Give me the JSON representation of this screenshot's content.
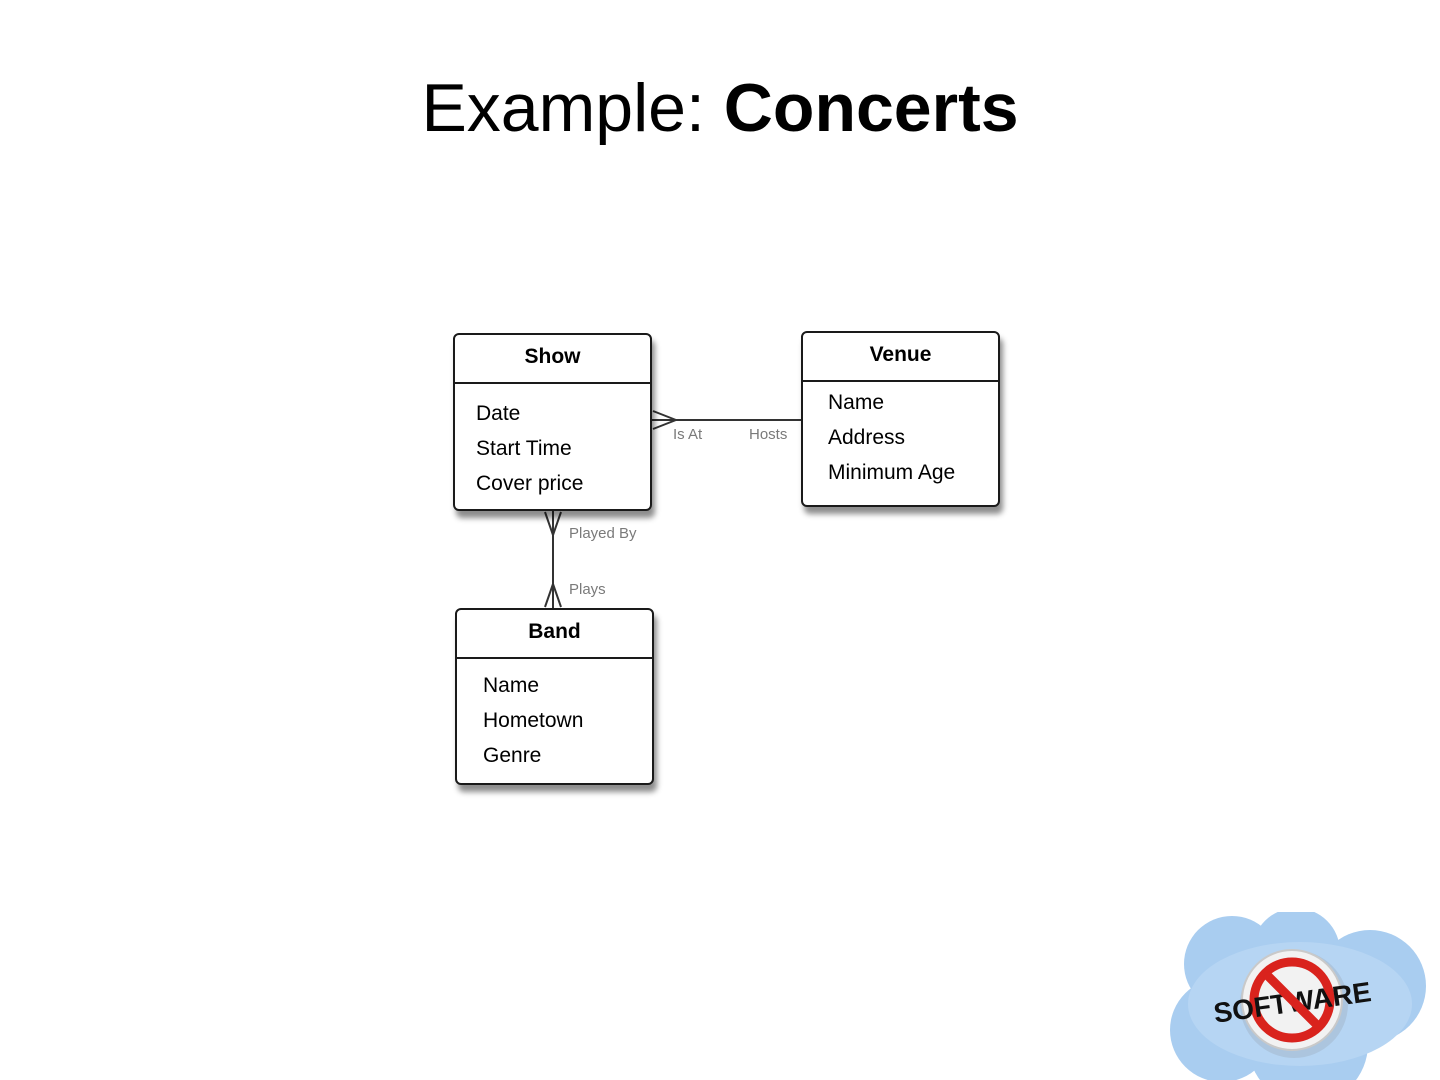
{
  "slide": {
    "title_prefix": "Example: ",
    "title_bold": "Concerts"
  },
  "diagram": {
    "entities": {
      "show": {
        "name": "Show",
        "attributes": [
          "Date",
          "Start Time",
          "Cover price"
        ]
      },
      "venue": {
        "name": "Venue",
        "attributes": [
          "Name",
          "Address",
          "Minimum Age"
        ]
      },
      "band": {
        "name": "Band",
        "attributes": [
          "Name",
          "Hometown",
          "Genre"
        ]
      }
    },
    "relationships": {
      "show_venue": {
        "label_show_side": "Is At",
        "label_venue_side": "Hosts",
        "show_end": "many",
        "venue_end": "one"
      },
      "show_band": {
        "label_show_side": "Played By",
        "label_band_side": "Plays",
        "show_end": "many",
        "band_end": "many"
      }
    }
  },
  "logo": {
    "text": "SOFTWARE",
    "icon": "no-software-cloud-logo",
    "colors": {
      "cloud": "#a9cdf0",
      "cloud_edge": "#8ab8e6",
      "prohibition": "#d9231d",
      "badge": "#eeeeee"
    }
  }
}
